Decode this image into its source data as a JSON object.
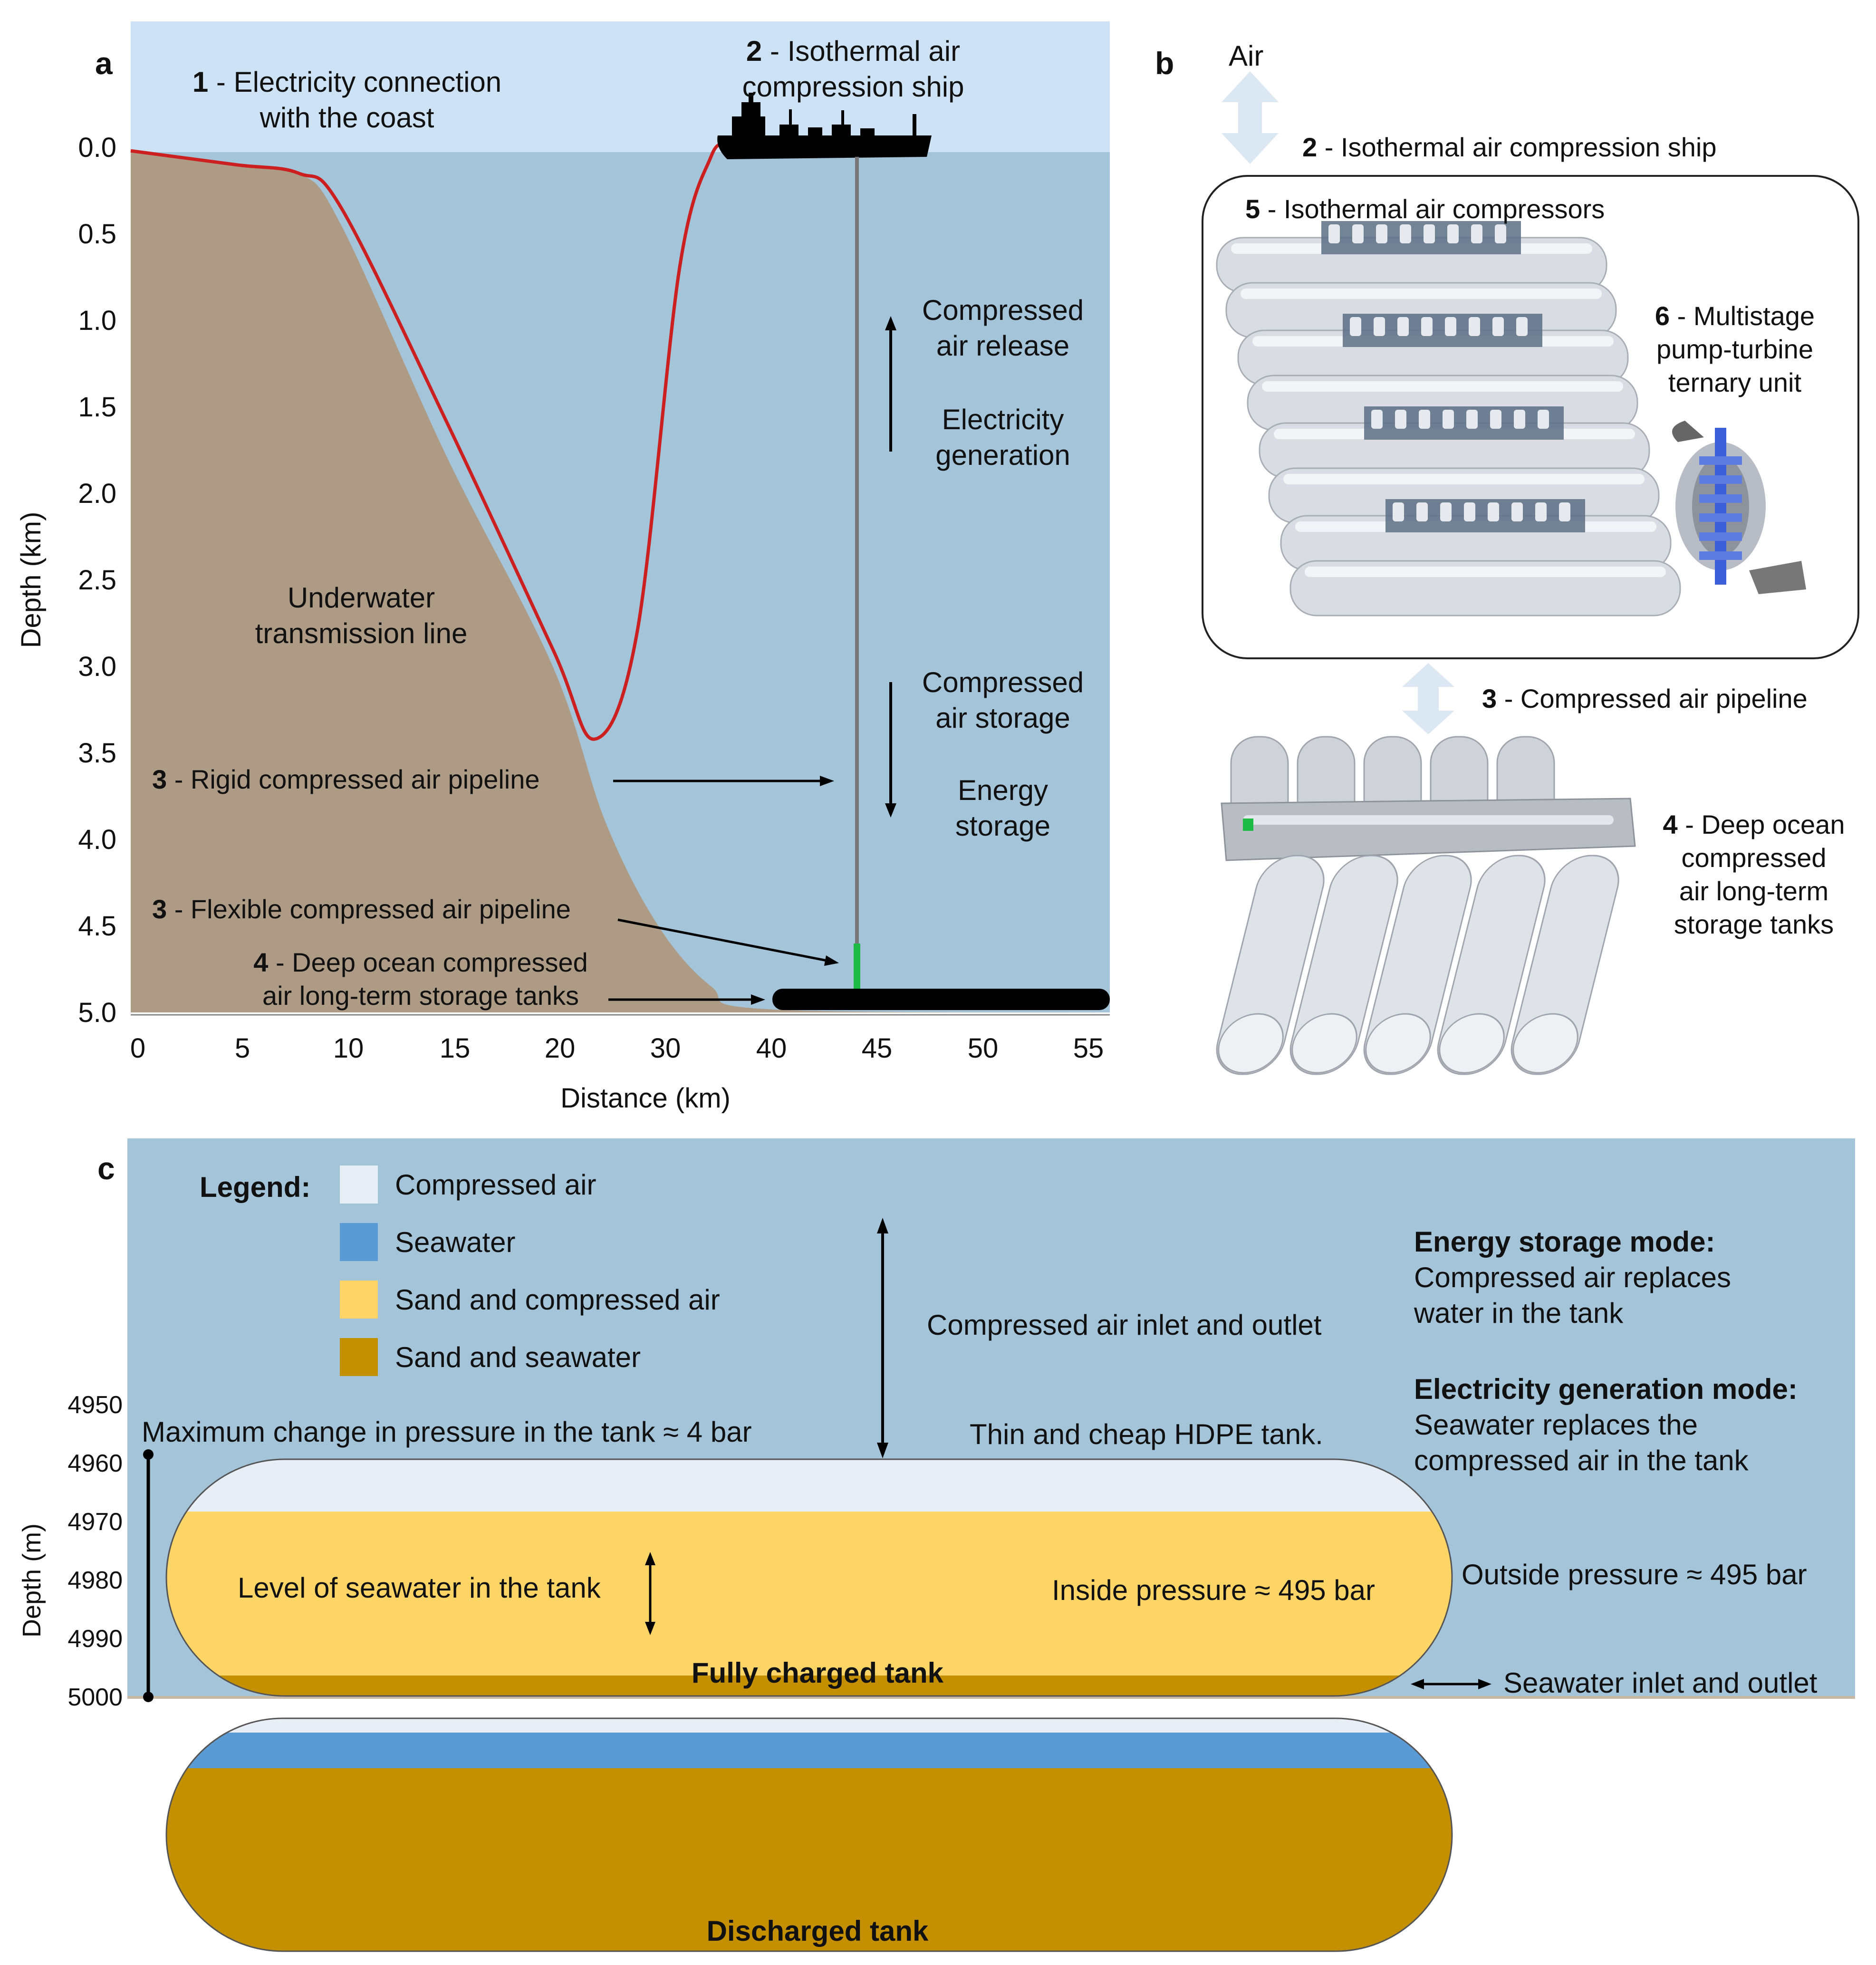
{
  "panels": {
    "a": "a",
    "b": "b",
    "c": "c"
  },
  "colors": {
    "sky": "#cde3f5",
    "ocean": "#a3c4d9",
    "seabed": "#ae9b86",
    "cable": "#cc1f1f",
    "tank_black": "#000000",
    "green": "#1dbb45",
    "compressed_air": "#e8eef6",
    "seawater": "#5b9bd5",
    "sand_air": "#fdd566",
    "sand_water": "#c49000"
  },
  "panel_a": {
    "label_1_num": "1",
    "label_1_text": " - Electricity connection",
    "label_1_line2": "with the coast",
    "label_2_num": "2",
    "label_2_text": " - Isothermal air",
    "label_2_line2": "compression ship",
    "release_line1": "Compressed",
    "release_line2": "air release",
    "gen_line1": "Electricity",
    "gen_line2": "generation",
    "storage_line1": "Compressed",
    "storage_line2": "air storage",
    "energy_line1": "Energy",
    "energy_line2": "storage",
    "underwater_line1": "Underwater",
    "underwater_line2": "transmission line",
    "rigid_num": "3",
    "rigid_text": " - Rigid compressed air pipeline",
    "flex_num": "3",
    "flex_text": " - Flexible compressed air pipeline",
    "tanks_num": "4",
    "tanks_text": " - Deep ocean compressed",
    "tanks_line2": "air long-term storage tanks"
  },
  "panel_b": {
    "air": "Air",
    "ship_num": "2",
    "ship_text": " - Isothermal air compression ship",
    "comp_num": "5",
    "comp_text": " - Isothermal air compressors",
    "pump_num": "6",
    "pump_text": " - Multistage",
    "pump_line2": "pump-turbine",
    "pump_line3": "ternary unit",
    "pipe_num": "3",
    "pipe_text": " - Compressed air pipeline",
    "deep_num": "4",
    "deep_text": " - Deep ocean",
    "deep_line2": "compressed",
    "deep_line3": "air long-term",
    "deep_line4": "storage tanks"
  },
  "panel_c": {
    "legend_title": "Legend:",
    "legend": [
      "Compressed air",
      "Seawater",
      "Sand and compressed air",
      "Sand and seawater"
    ],
    "inlet_outlet": "Compressed air inlet and outlet",
    "energy_mode_title": "Energy storage mode:",
    "energy_mode_line1": "Compressed air replaces",
    "energy_mode_line2": "water in the tank",
    "gen_mode_title": "Electricity generation mode:",
    "gen_mode_line1": "Seawater replaces the",
    "gen_mode_line2": "compressed air in the tank",
    "max_change": "Maximum change in pressure in the tank ≈ 4 bar",
    "hdpe": "Thin and cheap HDPE tank.",
    "level": "Level of seawater in the tank",
    "inside_pressure": "Inside pressure ≈ 495 bar",
    "outside_pressure": "Outside pressure ≈ 495 bar",
    "fully_charged": "Fully charged tank",
    "seawater_inlet": "Seawater inlet and outlet",
    "discharged": "Discharged tank"
  },
  "chart_data": [
    {
      "type": "diagram-axes",
      "xlabel": "Distance (km)",
      "ylabel": "Depth (km)",
      "x_ticks": [
        "0",
        "5",
        "10",
        "15",
        "20",
        "30",
        "40",
        "45",
        "50",
        "55"
      ],
      "y_ticks": [
        "0.0",
        "0.5",
        "1.0",
        "1.5",
        "2.0",
        "2.5",
        "3.0",
        "3.5",
        "4.0",
        "4.5",
        "5.0"
      ],
      "ylim": [
        0,
        5
      ],
      "seabed_profile": {
        "x_km": [
          0,
          5,
          8,
          10,
          15,
          20,
          25,
          30,
          35,
          40,
          56
        ],
        "depth_km": [
          0.02,
          0.1,
          0.15,
          0.45,
          1.8,
          3.0,
          3.9,
          4.5,
          4.85,
          4.98,
          5.0
        ]
      },
      "cable_profile": {
        "x_km": [
          0,
          5,
          8,
          10,
          15,
          20,
          24,
          28,
          32,
          35,
          36.5
        ],
        "depth_km": [
          0.02,
          0.1,
          0.15,
          0.35,
          1.6,
          2.9,
          3.42,
          2.8,
          0.7,
          0.05,
          0
        ]
      }
    },
    {
      "type": "diagram-axes",
      "ylabel": "Depth (m)",
      "y_ticks": [
        "4950",
        "4960",
        "4970",
        "4980",
        "4990",
        "5000"
      ],
      "ylim": [
        4950,
        5000
      ]
    }
  ]
}
